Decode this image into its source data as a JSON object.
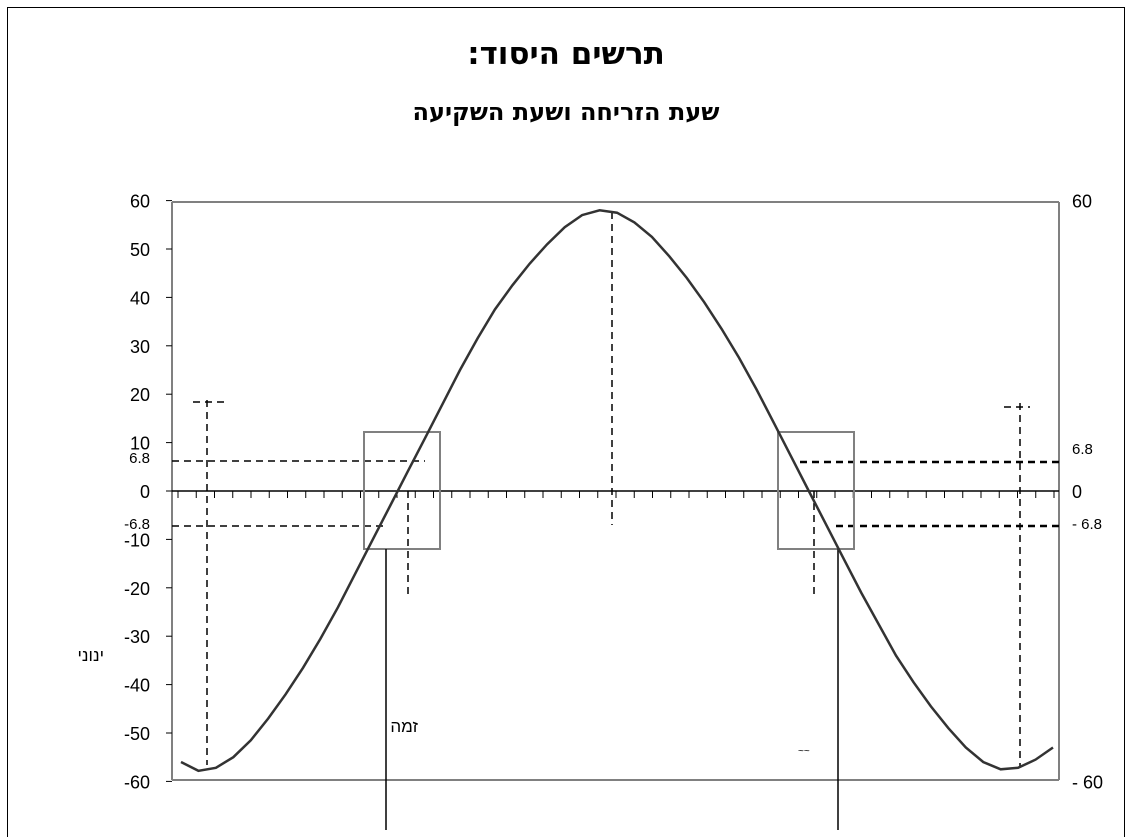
{
  "header": {
    "title": "תרשים היסוד:",
    "subtitle": "שעת הזריחה ושעת השקיעה"
  },
  "chart_data": {
    "type": "line",
    "title": "תרשים היסוד:",
    "subtitle": "שעת הזריחה ושעת השקיעה",
    "ylim": [
      -60,
      60
    ],
    "left_ticks": [
      "60",
      "50",
      "40",
      "30",
      "20",
      "10",
      "6.8",
      "0",
      "-6.8",
      "-10",
      "-20",
      "-30",
      "-40",
      "-50",
      "-60"
    ],
    "right_ticks": [
      "60",
      "6.8",
      "0",
      "- 6.8",
      "- 60"
    ],
    "left_tick_values": [
      60,
      50,
      40,
      30,
      20,
      10,
      6.8,
      0,
      -6.8,
      -10,
      -20,
      -30,
      -40,
      -50,
      -60
    ],
    "right_tick_values": [
      60,
      6.8,
      0,
      -6.8,
      -60
    ],
    "x_minor_ticks": 49,
    "series": [
      {
        "values": [
          -56,
          -57.8,
          -57.2,
          -55,
          -51.5,
          -47,
          -42,
          -36.5,
          -30.5,
          -24,
          -17,
          -10,
          -3,
          4,
          11,
          18,
          25,
          31.5,
          37.5,
          42.5,
          47,
          51,
          54.5,
          57,
          58,
          57.5,
          55.5,
          52.5,
          48.5,
          44,
          39,
          33.5,
          27.5,
          21,
          14,
          7,
          0,
          -7,
          -14,
          -21,
          -27.5,
          -34,
          -39.5,
          -44.5,
          -49,
          -53,
          -56,
          -57.5,
          -57.2,
          -55.5,
          -53
        ]
      }
    ],
    "reference_levels": [
      6.8,
      -6.8
    ],
    "annotations": {
      "left_side_label": "ינוני",
      "left_box_caption": "זמה",
      "right_box_caption": "~~"
    },
    "grid": false,
    "legend": "none"
  }
}
